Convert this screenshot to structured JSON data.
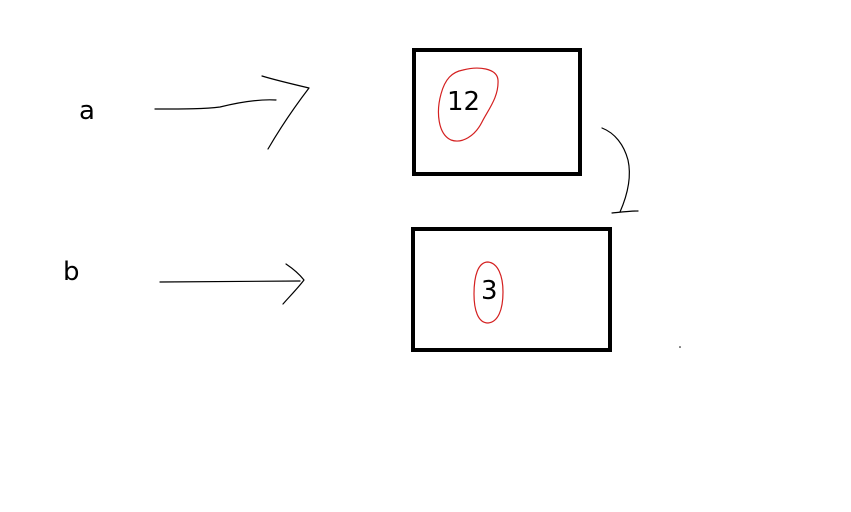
{
  "variables": [
    {
      "name": "a"
    },
    {
      "name": "b"
    }
  ],
  "boxes": [
    {
      "value": "12"
    },
    {
      "value": "3"
    }
  ],
  "colors": {
    "ink": "#000000",
    "highlight": "#d42020",
    "background": "#ffffff"
  }
}
